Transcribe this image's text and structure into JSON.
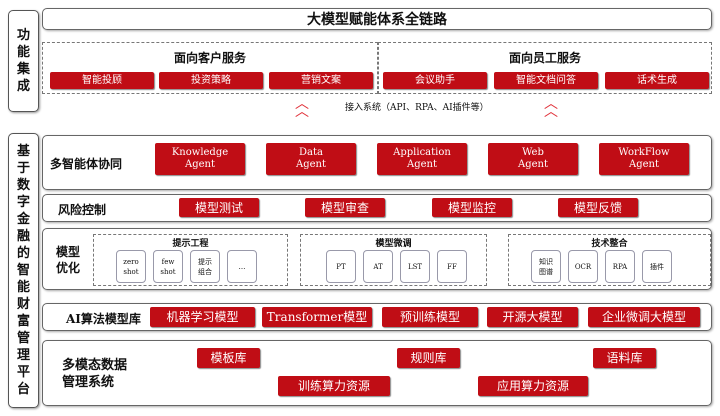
{
  "side": {
    "top": "功能集成",
    "bottom": "基于数字金融的智能财富管理平台"
  },
  "title": "大模型赋能体系全链路",
  "customer": {
    "title": "面向客户服务",
    "items": [
      "智能投顾",
      "投资策略",
      "营销文案"
    ]
  },
  "employee": {
    "title": "面向员工服务",
    "items": [
      "会议助手",
      "智能文档问答",
      "话术生成"
    ]
  },
  "access": "接入系统（API、RPA、AI插件等）",
  "agents": {
    "label": "多智能体协同",
    "items": [
      [
        "Knowledge",
        "Agent"
      ],
      [
        "Data",
        "Agent"
      ],
      [
        "Application",
        "Agent"
      ],
      [
        "Web",
        "Agent"
      ],
      [
        "WorkFlow",
        "Agent"
      ]
    ]
  },
  "risk": {
    "label": "风险控制",
    "items": [
      "模型测试",
      "模型审查",
      "模型监控",
      "模型反馈"
    ]
  },
  "optimize": {
    "label": [
      "模型",
      "优化"
    ],
    "groups": [
      {
        "title": "提示工程",
        "items": [
          [
            "zero",
            "shot"
          ],
          [
            "few",
            "shot"
          ],
          [
            "提示",
            "组合"
          ],
          [
            "…",
            ""
          ]
        ]
      },
      {
        "title": "模型微调",
        "items": [
          [
            "PT",
            ""
          ],
          [
            "AT",
            ""
          ],
          [
            "LST",
            ""
          ],
          [
            "FF",
            ""
          ]
        ]
      },
      {
        "title": "技术整合",
        "items": [
          [
            "知识",
            "图谱"
          ],
          [
            "OCR",
            ""
          ],
          [
            "RPA",
            ""
          ],
          [
            "插件",
            ""
          ]
        ]
      }
    ]
  },
  "algo": {
    "label": "AI算法模型库",
    "items": [
      "机器学习模型",
      "Transformer模型",
      "预训练模型",
      "开源大模型",
      "企业微调大模型"
    ]
  },
  "multi": {
    "label": [
      "多模态数据",
      "管理系统"
    ],
    "row1": [
      "模板库",
      "规则库",
      "语料库"
    ],
    "row2": [
      "训练算力资源",
      "应用算力资源"
    ]
  }
}
